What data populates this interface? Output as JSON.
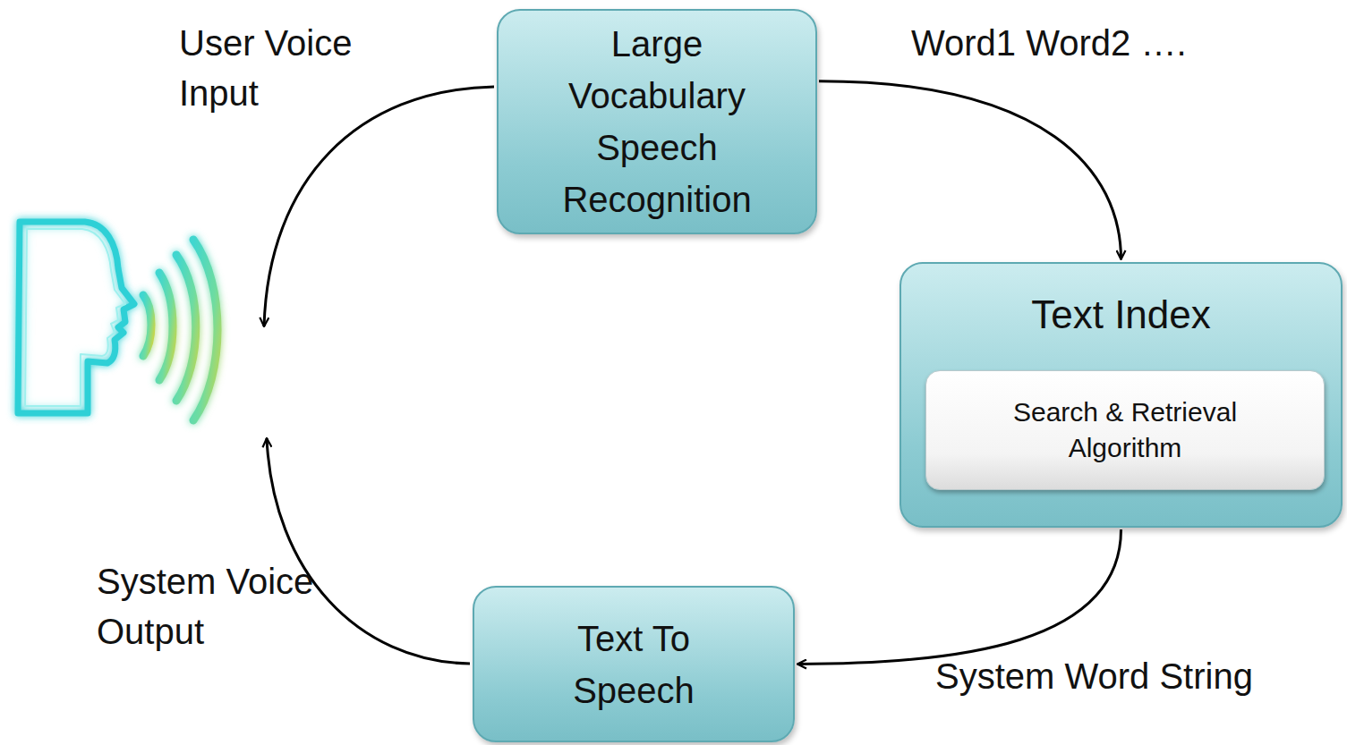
{
  "diagram": {
    "nodes": [
      {
        "text": [
          "Large Vocabulary Speech Recognition"
        ]
      },
      {
        "text": [
          "Text Index"
        ]
      },
      {
        "text": [
          "Search & Retrieval Algorithm"
        ],
        "in": 1
      },
      {
        "text": [
          "Text To Speech"
        ]
      }
    ],
    "edges": [
      {
        "from": 0,
        "to": 1,
        "arrow": "to",
        "label": "Word1 Word2 …."
      },
      {
        "from": 1,
        "to": 3,
        "arrow": "to",
        "label": "System Word String"
      }
    ],
    "labels": [
      "User Voice Input",
      "System Voice Output"
    ]
  }
}
